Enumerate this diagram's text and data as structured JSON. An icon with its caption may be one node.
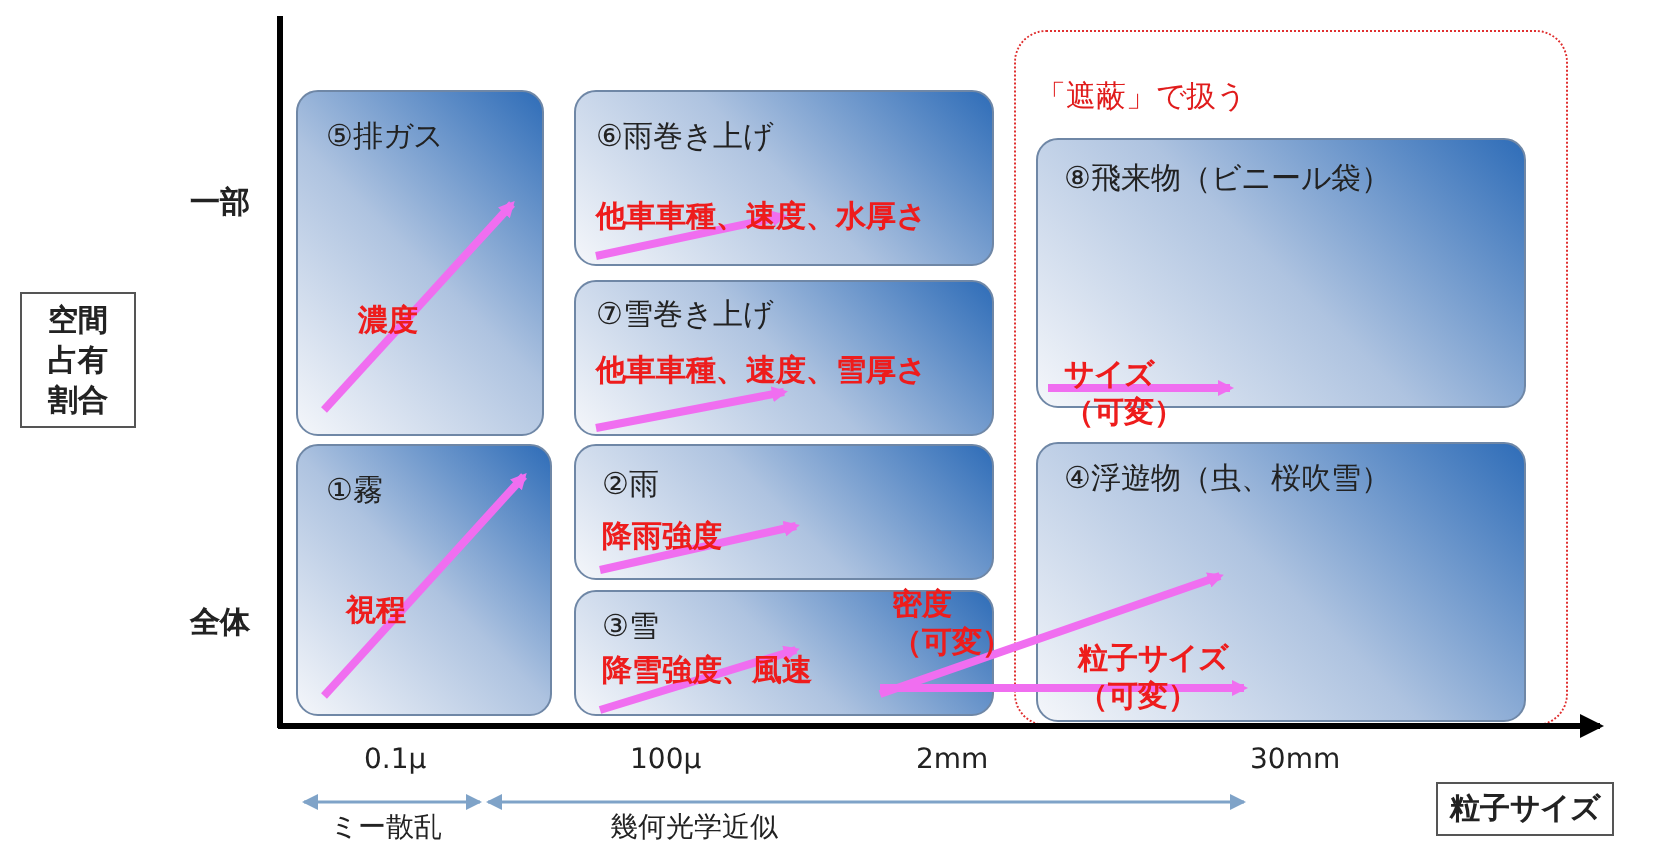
{
  "diagram": {
    "nodes": [
      {
        "text": [
          "⑤排ガス",
          "濃度"
        ]
      },
      {
        "text": [
          "⑥雨巻き上げ",
          "他車車種、速度、水厚さ"
        ]
      },
      {
        "text": [
          "「遮蔽」で扱う"
        ]
      },
      {
        "text": [
          "⑧飛来物（ビニール袋）",
          "サイズ（可変）"
        ],
        "in": 2
      },
      {
        "text": [
          "⑦雪巻き上げ",
          "他車車種、速度、雪厚さ"
        ]
      },
      {
        "text": [
          "①霧",
          "視程"
        ]
      },
      {
        "text": [
          "②雨",
          "降雨強度"
        ]
      },
      {
        "text": [
          "③雪",
          "降雪強度、風速",
          "密度（可変）"
        ]
      },
      {
        "text": [
          "④浮遊物（虫、桜吹雪）",
          "粒子サイズ（可変）"
        ],
        "in": 2
      }
    ],
    "edges": [],
    "labels": [
      "一部",
      "空間占有割合",
      "全体",
      "0.1μ",
      "100μ",
      "2mm",
      "30mm",
      "ミー散乱",
      "幾何光学近似",
      "粒子サイズ"
    ]
  }
}
